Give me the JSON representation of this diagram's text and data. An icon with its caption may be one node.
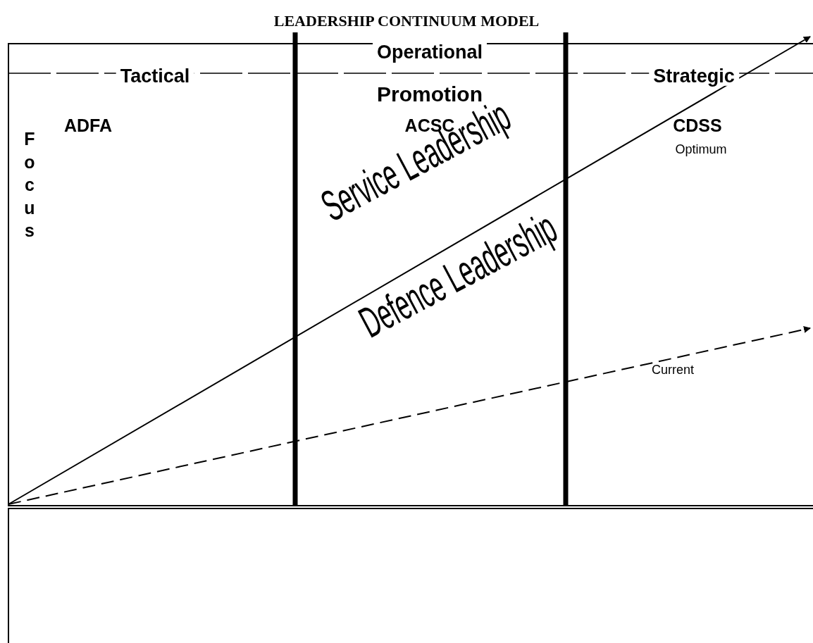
{
  "diagram": {
    "title": "LEADERSHIP CONTINUUM MODEL",
    "labels": [
      "Tactical",
      "Operational",
      "Strategic",
      "Promotion",
      "Focus",
      "ADFA",
      "ACSC",
      "CDSS",
      "Optimum",
      "Service Leadership",
      "Defence Leadership",
      "Current"
    ]
  }
}
